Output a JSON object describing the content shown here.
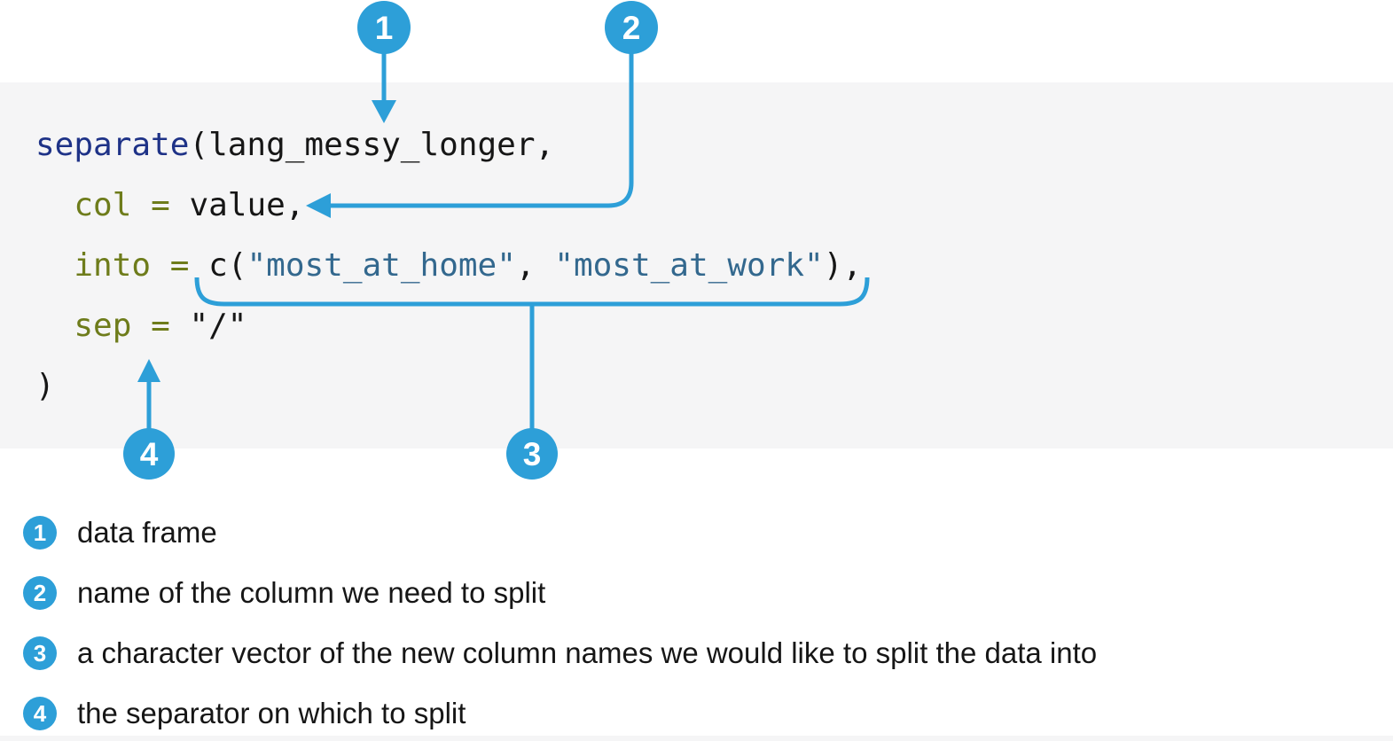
{
  "colors": {
    "accent_blue": "#2d9fd8",
    "code_background": "#f5f5f6",
    "function_name": "#1e3287",
    "parameter": "#6e7c1b",
    "string": "#33688e",
    "plain_text": "#161616"
  },
  "code_block": {
    "language": "r",
    "lines": [
      {
        "segments": [
          {
            "text": "separate",
            "color": "func"
          },
          {
            "text": "(lang_messy_longer,",
            "color": "plain"
          }
        ]
      },
      {
        "segments": [
          {
            "text": "  ",
            "color": "plain"
          },
          {
            "text": "col",
            "color": "param"
          },
          {
            "text": " ",
            "color": "plain"
          },
          {
            "text": "=",
            "color": "param"
          },
          {
            "text": " value,",
            "color": "plain"
          }
        ]
      },
      {
        "segments": [
          {
            "text": "  ",
            "color": "plain"
          },
          {
            "text": "into",
            "color": "param"
          },
          {
            "text": " ",
            "color": "plain"
          },
          {
            "text": "=",
            "color": "param"
          },
          {
            "text": " c(",
            "color": "plain"
          },
          {
            "text": "\"most_at_home\"",
            "color": "string"
          },
          {
            "text": ", ",
            "color": "plain"
          },
          {
            "text": "\"most_at_work\"",
            "color": "string"
          },
          {
            "text": "),",
            "color": "plain"
          }
        ]
      },
      {
        "segments": [
          {
            "text": "  ",
            "color": "plain"
          },
          {
            "text": "sep",
            "color": "param"
          },
          {
            "text": " ",
            "color": "plain"
          },
          {
            "text": "=",
            "color": "param"
          },
          {
            "text": " \"/\"",
            "color": "plain"
          }
        ]
      },
      {
        "segments": [
          {
            "text": ")",
            "color": "plain"
          }
        ]
      }
    ]
  },
  "callouts": [
    {
      "label": "1"
    },
    {
      "label": "2"
    },
    {
      "label": "3"
    },
    {
      "label": "4"
    }
  ],
  "legend": {
    "items": [
      {
        "number": "1",
        "text": "data frame"
      },
      {
        "number": "2",
        "text": "name of the column we need to split"
      },
      {
        "number": "3",
        "text": "a character vector of the new column names we would like to split the data into"
      },
      {
        "number": "4",
        "text": "the separator on which to split"
      }
    ]
  }
}
